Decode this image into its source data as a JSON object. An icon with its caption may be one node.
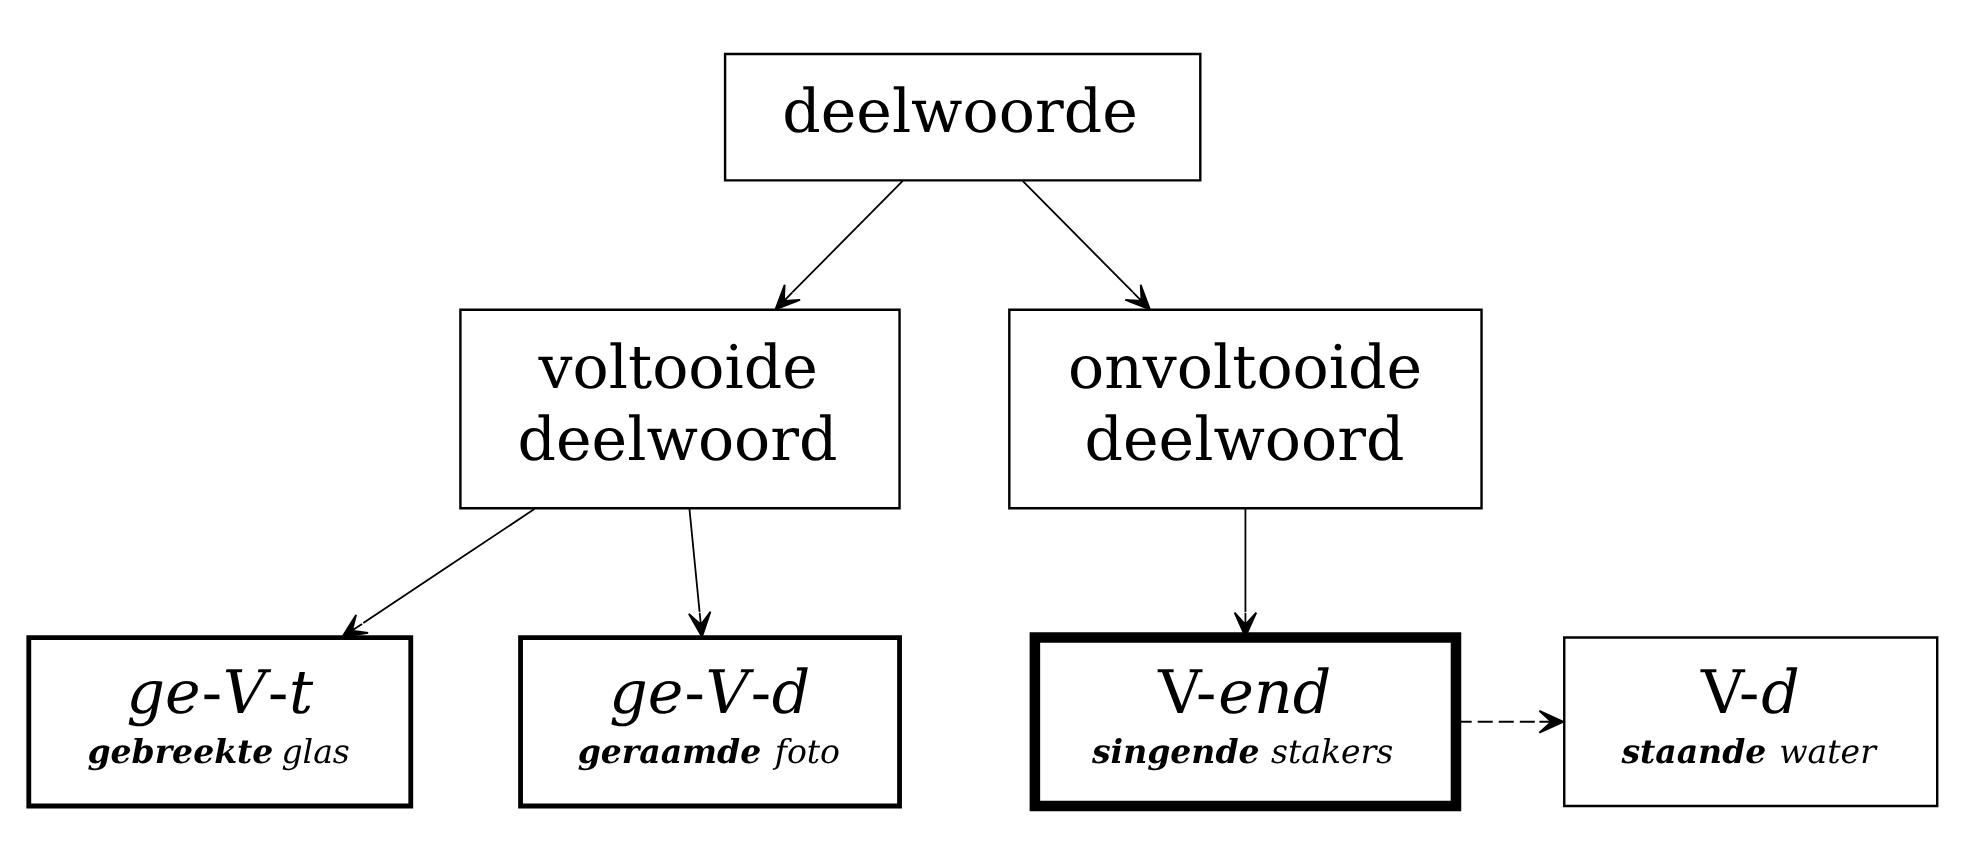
{
  "diagram": {
    "nodes": [
      {
        "text": [
          "deelwoorde"
        ]
      },
      {
        "text": [
          "voltooide deelwoord"
        ]
      },
      {
        "text": [
          "onvoltooide deelwoord"
        ]
      },
      {
        "text": [
          "*ge*-*V*-*t*",
          "**gebreekte** glas"
        ]
      },
      {
        "text": [
          "*ge*-*V*-*d*",
          "**geraamde** foto"
        ]
      },
      {
        "text": [
          "V-*end*",
          "**singende** stakers"
        ]
      },
      {
        "text": [
          "V-*d*",
          "**staande** water"
        ]
      }
    ],
    "edges": [
      {
        "from": 0,
        "to": 1,
        "arrow": "to"
      },
      {
        "from": 0,
        "to": 2,
        "arrow": "to"
      },
      {
        "from": 1,
        "to": 3,
        "arrow": "to"
      },
      {
        "from": 1,
        "to": 4,
        "arrow": "to"
      },
      {
        "from": 2,
        "to": 5,
        "arrow": "to"
      },
      {
        "from": 5,
        "to": 6,
        "arrow": "to",
        "style": "dashed"
      }
    ]
  }
}
